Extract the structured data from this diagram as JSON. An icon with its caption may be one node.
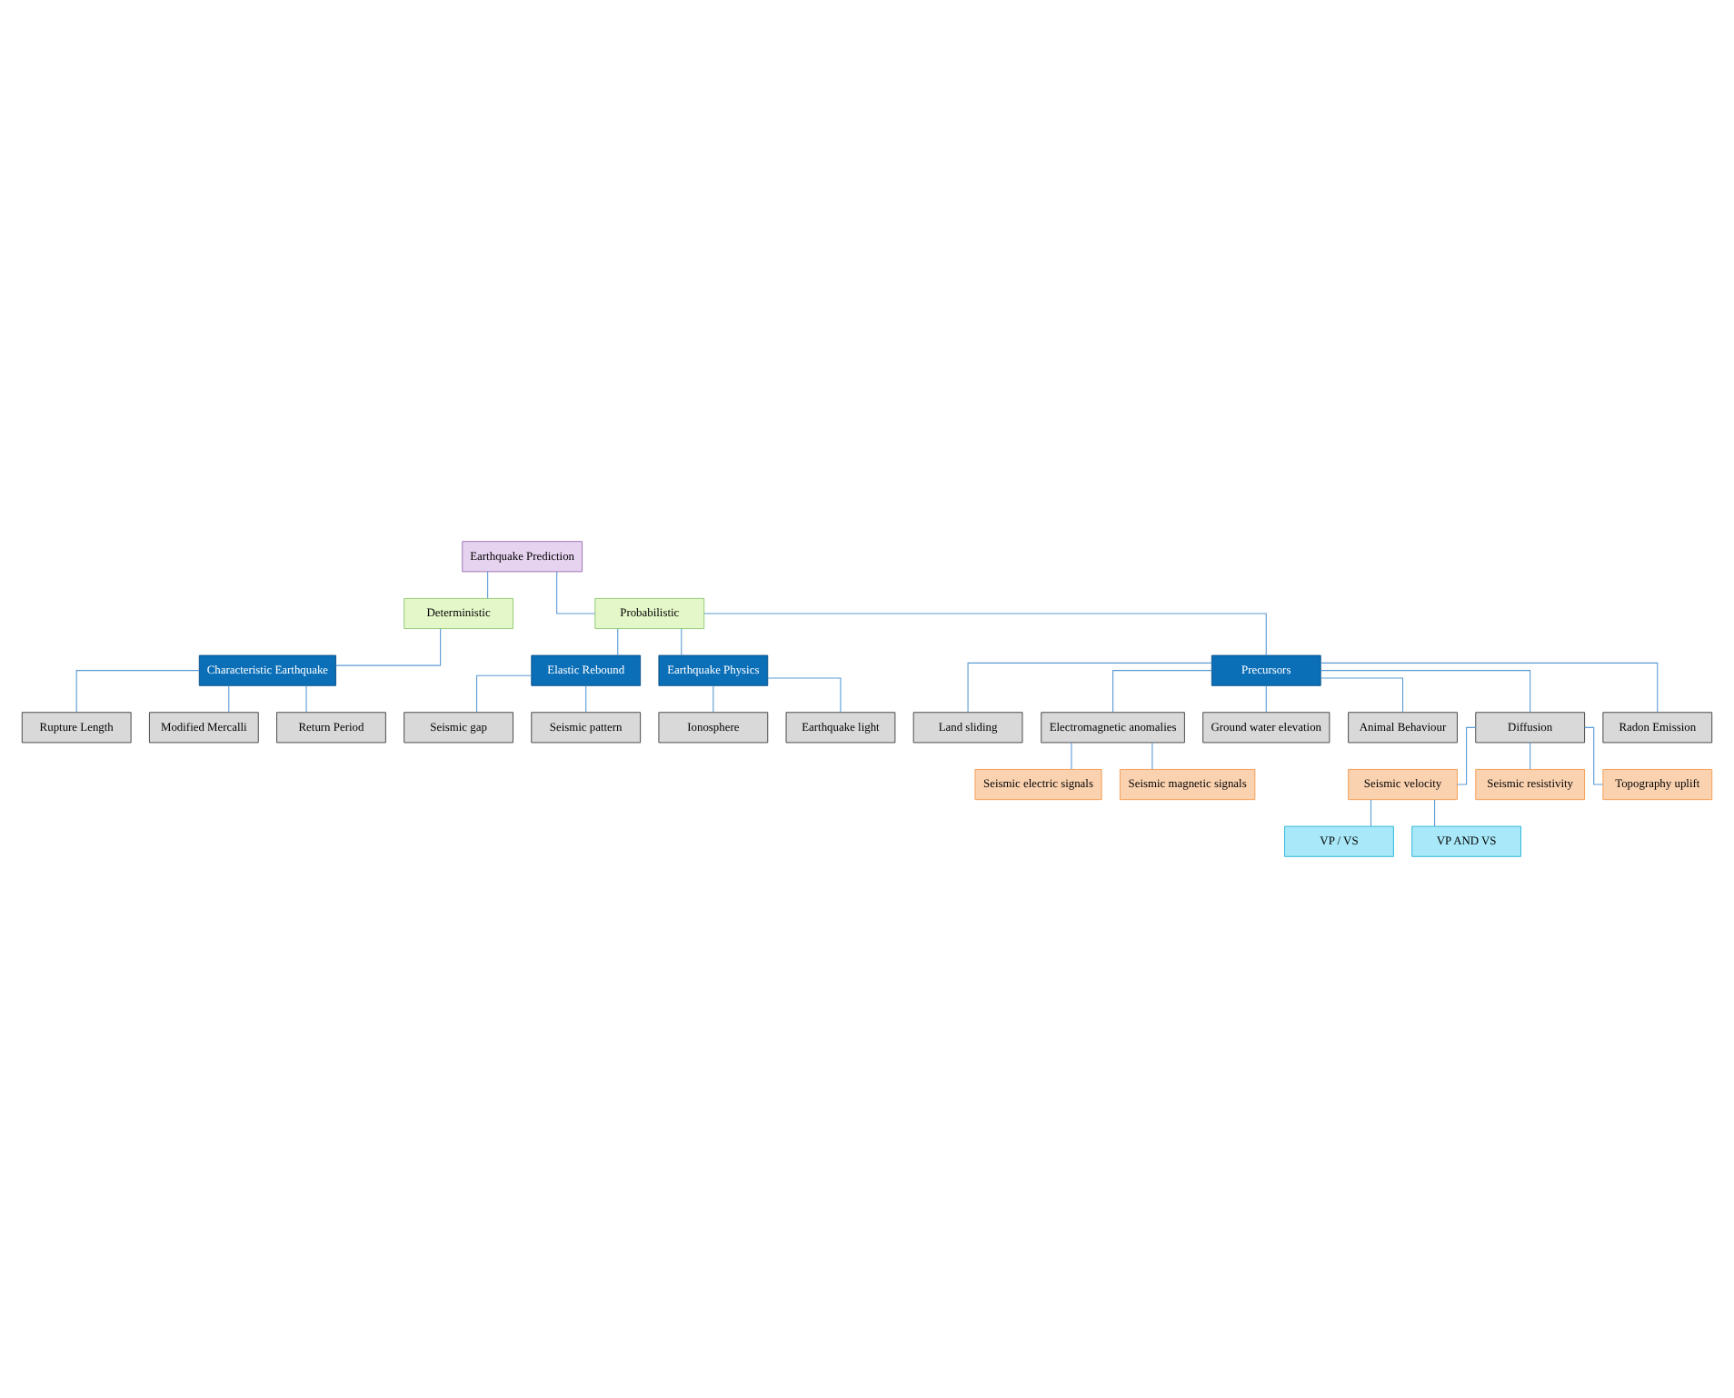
{
  "diagram": {
    "nodes": [
      {
        "text": [
          "Earthquake Prediction"
        ]
      },
      {
        "text": [
          "Deterministic"
        ]
      },
      {
        "text": [
          "Probabilistic"
        ]
      },
      {
        "text": [
          "Characteristic Earthquake"
        ]
      },
      {
        "text": [
          "Elastic Rebound"
        ]
      },
      {
        "text": [
          "Earthquake Physics"
        ]
      },
      {
        "text": [
          "Precursors"
        ]
      },
      {
        "text": [
          "Seismic gap"
        ]
      },
      {
        "text": [
          "Seismic pattern"
        ]
      },
      {
        "text": [
          "Ionosphere"
        ]
      },
      {
        "text": [
          "Earthquake light"
        ]
      },
      {
        "text": [
          "Land sliding"
        ]
      },
      {
        "text": [
          "Electromagnetic anomalies"
        ]
      },
      {
        "text": [
          "Ground water elevation"
        ]
      },
      {
        "text": [
          "Animal Behaviour"
        ]
      },
      {
        "text": [
          "Diffusion"
        ]
      },
      {
        "text": [
          "Radon Emission"
        ]
      },
      {
        "text": [
          "Rupture Length"
        ]
      },
      {
        "text": [
          "Modified Mercalli"
        ]
      },
      {
        "text": [
          "Return Period"
        ]
      },
      {
        "text": [
          "Seismic electric signals"
        ]
      },
      {
        "text": [
          "Seismic magnetic signals"
        ]
      },
      {
        "text": [
          "Seismic velocity"
        ]
      },
      {
        "text": [
          "Seismic resistivity"
        ]
      },
      {
        "text": [
          "Topography uplift"
        ]
      },
      {
        "text": [
          "VP / VS"
        ]
      },
      {
        "text": [
          "VP AND VS"
        ]
      }
    ],
    "edges": [
      {
        "from": 0,
        "to": 1,
        "arrow": "none"
      },
      {
        "from": 0,
        "to": 2,
        "arrow": "none"
      },
      {
        "from": 1,
        "to": 3,
        "arrow": "none"
      },
      {
        "from": 2,
        "to": 4,
        "arrow": "none"
      },
      {
        "from": 2,
        "to": 5,
        "arrow": "none"
      },
      {
        "from": 2,
        "to": 6,
        "arrow": "none"
      },
      {
        "from": 4,
        "to": 7,
        "arrow": "none"
      },
      {
        "from": 4,
        "to": 8,
        "arrow": "none"
      },
      {
        "from": 5,
        "to": 9,
        "arrow": "none"
      },
      {
        "from": 5,
        "to": 10,
        "arrow": "none"
      },
      {
        "from": 6,
        "to": 11,
        "arrow": "none"
      },
      {
        "from": 6,
        "to": 12,
        "arrow": "none"
      },
      {
        "from": 6,
        "to": 13,
        "arrow": "none"
      },
      {
        "from": 6,
        "to": 14,
        "arrow": "none"
      },
      {
        "from": 6,
        "to": 15,
        "arrow": "none"
      },
      {
        "from": 6,
        "to": 16,
        "arrow": "none"
      },
      {
        "from": 3,
        "to": 17,
        "arrow": "none"
      },
      {
        "from": 3,
        "to": 18,
        "arrow": "none"
      },
      {
        "from": 3,
        "to": 19,
        "arrow": "none"
      },
      {
        "from": 12,
        "to": 20,
        "arrow": "none"
      },
      {
        "from": 12,
        "to": 21,
        "arrow": "none"
      },
      {
        "from": 15,
        "to": 22,
        "arrow": "none"
      },
      {
        "from": 15,
        "to": 23,
        "arrow": "none"
      },
      {
        "from": 15,
        "to": 24,
        "arrow": "none"
      },
      {
        "from": 22,
        "to": 25,
        "arrow": "none"
      },
      {
        "from": 22,
        "to": 26,
        "arrow": "none"
      }
    ]
  }
}
